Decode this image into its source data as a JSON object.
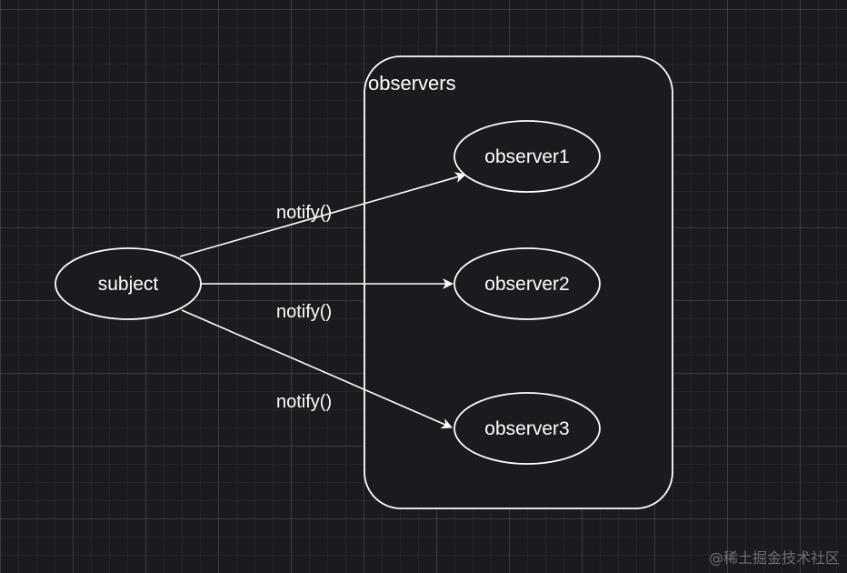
{
  "diagram": {
    "group": {
      "label": "observers"
    },
    "subject": {
      "label": "subject"
    },
    "observers": [
      {
        "label": "observer1"
      },
      {
        "label": "observer2"
      },
      {
        "label": "observer3"
      }
    ],
    "edges": [
      {
        "from": "subject",
        "to": "observer1",
        "label": "notify()"
      },
      {
        "from": "subject",
        "to": "observer2",
        "label": "notify()"
      },
      {
        "from": "subject",
        "to": "observer3",
        "label": "notify()"
      }
    ],
    "colors": {
      "background": "#1c1a1f",
      "stroke": "#ffffff",
      "text": "#ffffff"
    }
  },
  "watermark": "@稀土掘金技术社区"
}
